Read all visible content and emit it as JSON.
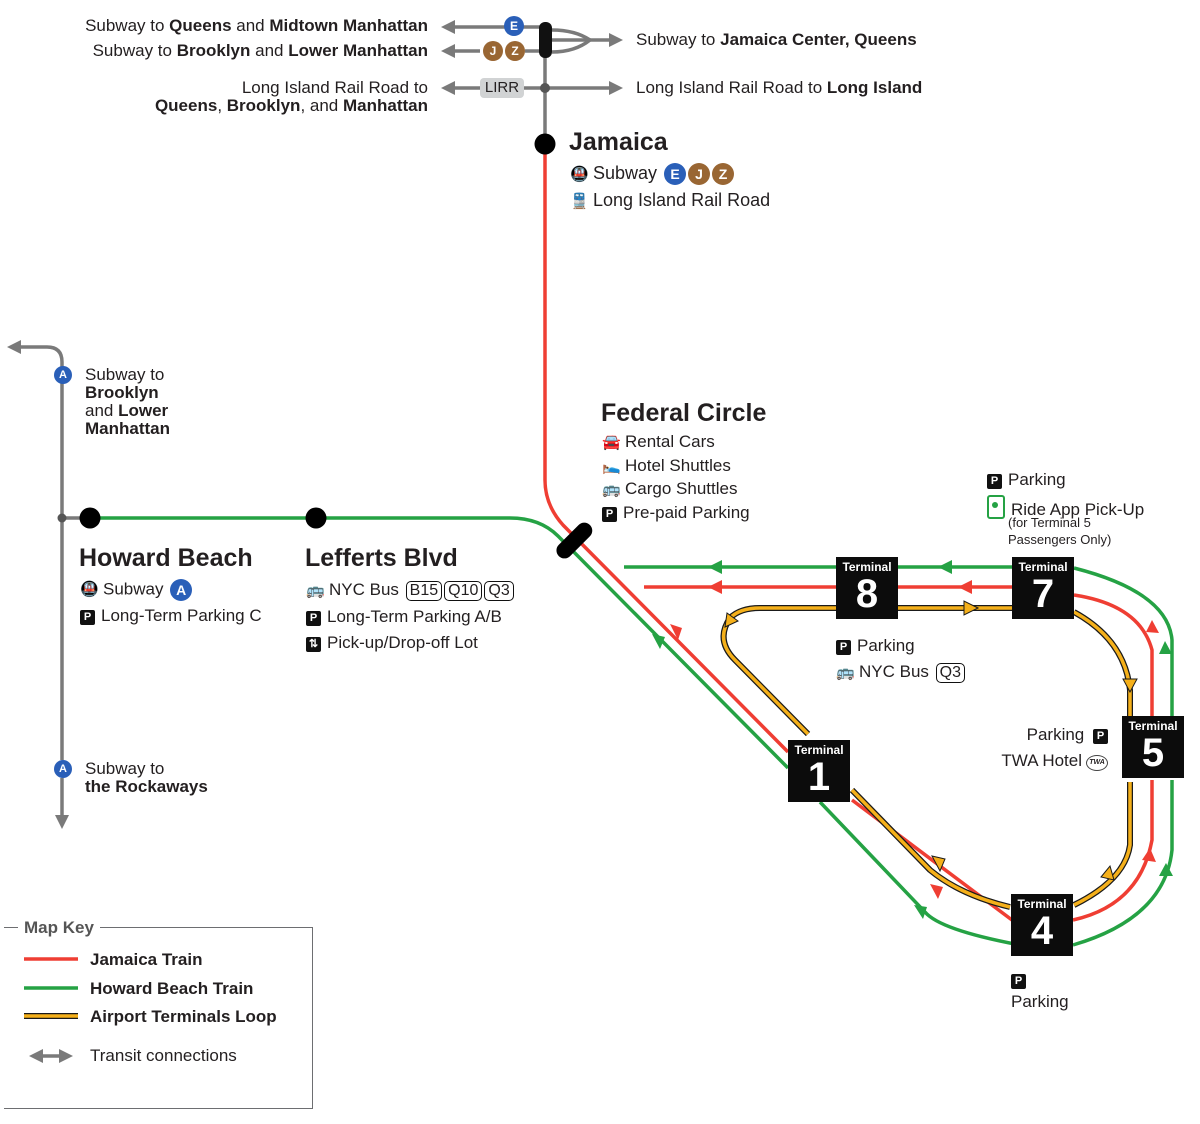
{
  "colors": {
    "jamaica_train": "#ef3e33",
    "howard_beach_train": "#25a244",
    "terminals_loop": "#f5b01a",
    "transit": "#7a7a7a",
    "subway_ace": "#2a5fb8",
    "subway_jz": "#996633",
    "station_dot": "#000000",
    "terminal_box": "#0c0c0c"
  },
  "transfers_top": {
    "queens_midtown": {
      "pre": "Subway to ",
      "b1": "Queens",
      "mid": " and ",
      "b2": "Midtown Manhattan",
      "lines": [
        "E"
      ]
    },
    "brooklyn_lower": {
      "pre": "Subway to ",
      "b1": "Brooklyn",
      "mid": " and ",
      "b2": "Lower Manhattan",
      "lines": [
        "J",
        "Z"
      ]
    },
    "lirr_west_line1": "Long Island Rail Road to",
    "lirr_west_line2": {
      "b1": "Queens",
      "m1": ", ",
      "b2": "Brooklyn",
      "m2": ", and ",
      "b3": "Manhattan"
    },
    "lirr_box": "LIRR",
    "jamaica_center": {
      "pre": "Subway to ",
      "b1": "Jamaica Center, Queens"
    },
    "lirr_east": {
      "pre": "Long Island Rail Road to ",
      "b1": "Long Island"
    }
  },
  "stations": {
    "jamaica": {
      "name": "Jamaica",
      "subway_label": "Subway",
      "subway_lines": [
        "E",
        "J",
        "Z"
      ],
      "rail_label": "Long Island Rail Road"
    },
    "federal_circle": {
      "name": "Federal Circle",
      "items": [
        {
          "icon": "rental-car-icon",
          "label": "Rental Cars"
        },
        {
          "icon": "hotel-bed-icon",
          "label": "Hotel Shuttles"
        },
        {
          "icon": "bus-icon",
          "label": "Cargo Shuttles"
        },
        {
          "icon": "parking-icon",
          "label": "Pre-paid Parking"
        }
      ]
    },
    "howard_beach": {
      "name": "Howard Beach",
      "subway_label": "Subway",
      "subway_line": "A",
      "parking_label": "Long-Term Parking C"
    },
    "lefferts": {
      "name": "Lefferts Blvd",
      "bus_label": "NYC Bus",
      "bus_routes": [
        "B15",
        "Q10",
        "Q3"
      ],
      "parking_label": "Long-Term Parking A/B",
      "pickup_label": "Pick-up/Drop-off Lot"
    }
  },
  "a_north": {
    "line": "A",
    "l1": "Subway to",
    "l2": "Brooklyn",
    "l3_pre": "and ",
    "l3_b": "Lower",
    "l4": "Manhattan"
  },
  "a_south": {
    "line": "A",
    "l1": "Subway to",
    "l2": "the Rockaways"
  },
  "terminals": {
    "label": "Terminal",
    "t8": {
      "number": "8",
      "parking": "Parking",
      "bus_label": "NYC Bus",
      "bus_route": "Q3"
    },
    "t7": {
      "number": "7",
      "parking": "Parking",
      "ride_app": "Ride App Pick-Up",
      "ride_note1": "(for Terminal 5",
      "ride_note2": "Passengers Only)"
    },
    "t5": {
      "number": "5",
      "parking": "Parking",
      "hotel": "TWA Hotel",
      "hotel_logo": "TWA"
    },
    "t1": {
      "number": "1"
    },
    "t4": {
      "number": "4",
      "parking": "Parking"
    }
  },
  "map_key": {
    "title": "Map Key",
    "items": [
      {
        "label": "Jamaica Train",
        "style": "jamaica"
      },
      {
        "label": "Howard Beach Train",
        "style": "howard"
      },
      {
        "label": "Airport Terminals Loop",
        "style": "loop"
      },
      {
        "label": "Transit connections",
        "style": "transit"
      }
    ]
  }
}
